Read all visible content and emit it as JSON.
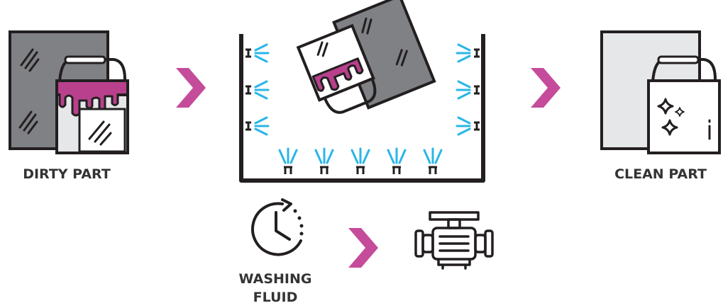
{
  "labels": {
    "dirty_part": "DIRTY PART",
    "clean_part": "CLEAN PART",
    "washing_fluid_line1": "WASHING",
    "washing_fluid_line2": "FLUID"
  },
  "colors": {
    "outline": "#231f20",
    "dark_gray": "#808184",
    "light_gray": "#e6e7e8",
    "paint": "#b8408c",
    "arrow": "#c54b9b",
    "spray": "#29b6e8",
    "text": "#333333"
  },
  "icons": [
    "dirty-part-icon",
    "washing-tank-icon",
    "clock-icon",
    "pump-motor-icon",
    "clean-part-icon",
    "arrow-right-icon",
    "spray-nozzle-icon",
    "sparkle-icon"
  ]
}
